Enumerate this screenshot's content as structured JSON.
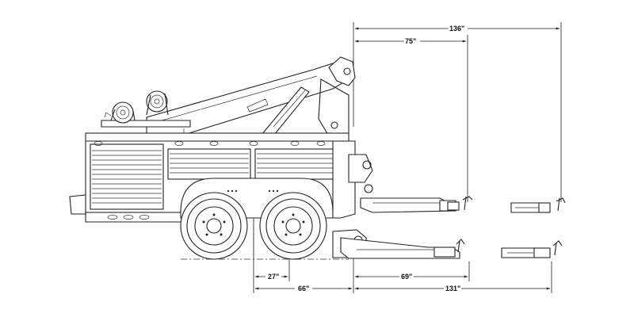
{
  "dimensions": {
    "overall_reach_top": "136\"",
    "reach_retracted_top": "75\"",
    "axle_spread": "27\"",
    "axle_to_rear": "66\"",
    "underlift_retracted": "69\"",
    "underlift_extended": "131\""
  }
}
